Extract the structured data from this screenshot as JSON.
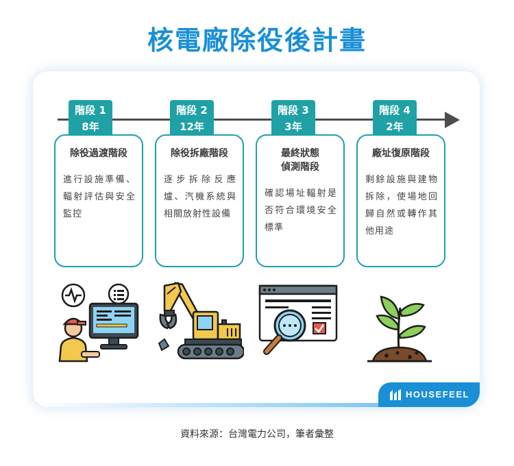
{
  "title": "核電廠除役後計畫",
  "colors": {
    "title": "#1a8fd6",
    "stage_accent": "#1fa1a5",
    "timeline": "#4d4d4d",
    "badge_bg": "#1a8fd6"
  },
  "stages": [
    {
      "label": "階段 1",
      "duration": "8年",
      "title": "除役過渡階段",
      "description": "進行設施準備、輻射評估與安全監控",
      "icon": "technician-monitor-icon"
    },
    {
      "label": "階段 2",
      "duration": "12年",
      "title": "除役拆廠階段",
      "description": "逐步拆除反應爐、汽機系統與相關放射性設備",
      "icon": "excavator-icon"
    },
    {
      "label": "階段 3",
      "duration": "3年",
      "title": "最終狀態\n偵測階段",
      "description": "確認場址輻射是否符合環境安全標準",
      "icon": "magnifier-report-icon"
    },
    {
      "label": "階段 4",
      "duration": "2年",
      "title": "廠址復原階段",
      "description": "剩餘設施與建物拆除，使場地回歸自然或轉作其他用途",
      "icon": "seedling-icon"
    }
  ],
  "brand": "HOUSEFEEL",
  "source": "資料來源：台灣電力公司，筆者彙整"
}
